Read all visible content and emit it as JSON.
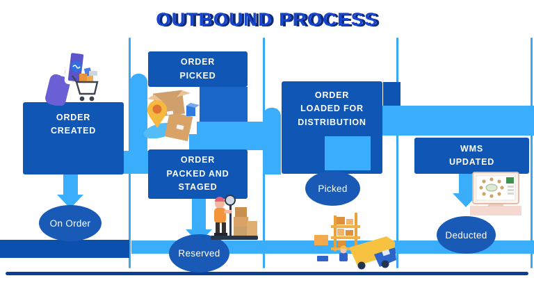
{
  "title": "OUTBOUND PROCESS",
  "boxes": [
    {
      "id": "order-created",
      "lines": [
        "ORDER",
        "CREATED"
      ]
    },
    {
      "id": "order-picked",
      "lines": [
        "ORDER",
        "PICKED"
      ]
    },
    {
      "id": "order-packed",
      "lines": [
        "ORDER",
        "PACKED AND",
        "STAGED"
      ]
    },
    {
      "id": "order-loaded",
      "lines": [
        "ORDER",
        "LOADED FOR",
        "DISTRIBUTION"
      ]
    },
    {
      "id": "wms-updated",
      "lines": [
        "WMS",
        "UPDATED"
      ]
    }
  ],
  "statuses": [
    {
      "id": "on-order",
      "label": "On Order"
    },
    {
      "id": "reserved",
      "label": "Reserved"
    },
    {
      "id": "picked",
      "label": "Picked"
    },
    {
      "id": "deducted",
      "label": "Deducted"
    }
  ],
  "illustrations": [
    {
      "name": "hand-holding-phone-with-shopping-cart"
    },
    {
      "name": "stacked-boxes-with-location-pin"
    },
    {
      "name": "worker-packing-boxes"
    },
    {
      "name": "warehouse-truck-loading"
    },
    {
      "name": "laptop-wms-dashboard"
    }
  ],
  "colors": {
    "box_blue": "#0f56b5",
    "panel_medium_blue": "#1b67c9",
    "arrow_light_blue": "#3aaefa",
    "divider_blue": "#3ba6f2",
    "ellipse_blue": "#185ab6",
    "title_blue": "#1745cd",
    "title_shadow_navy": "#0d2a7a",
    "band_dark_blue": "#0c50ae",
    "baseline_navy": "#0a3f95"
  }
}
